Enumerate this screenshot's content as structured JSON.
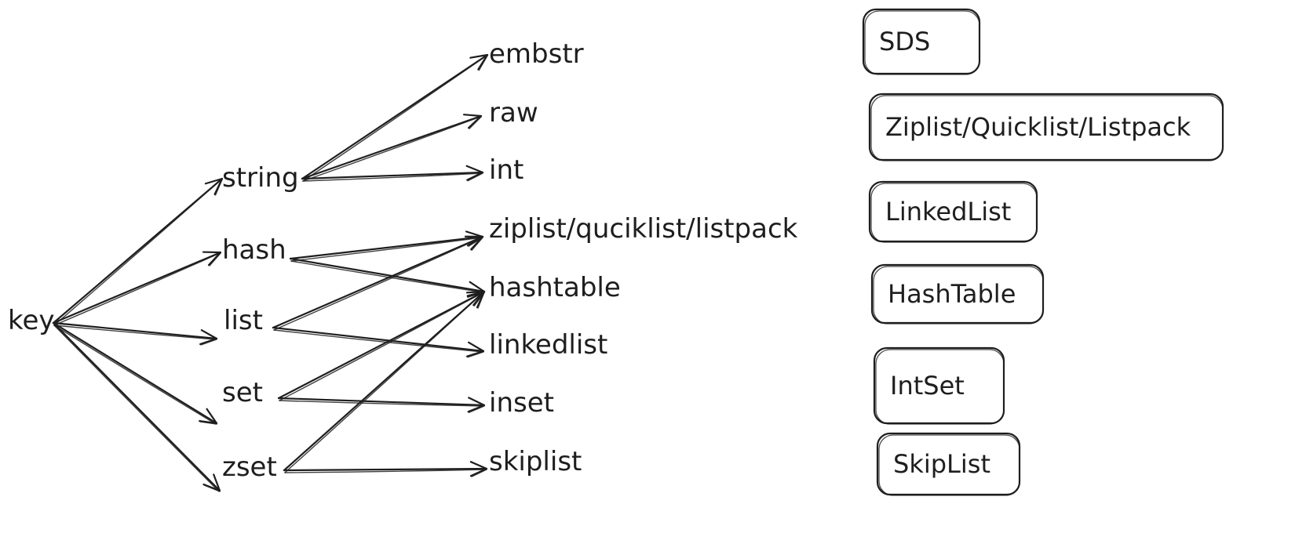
{
  "diagram": {
    "root": {
      "id": "key",
      "label": "key"
    },
    "types": [
      {
        "id": "string",
        "label": "string"
      },
      {
        "id": "hash",
        "label": "hash"
      },
      {
        "id": "list",
        "label": "list"
      },
      {
        "id": "set",
        "label": "set"
      },
      {
        "id": "zset",
        "label": "zset"
      }
    ],
    "encodings": [
      {
        "id": "embstr",
        "label": "embstr"
      },
      {
        "id": "raw",
        "label": "raw"
      },
      {
        "id": "int",
        "label": "int"
      },
      {
        "id": "ziplist",
        "label": "ziplist/quciklist/listpack"
      },
      {
        "id": "hashtable",
        "label": "hashtable"
      },
      {
        "id": "linkedlist",
        "label": "linkedlist"
      },
      {
        "id": "inset",
        "label": "inset"
      },
      {
        "id": "skiplist",
        "label": "skiplist"
      }
    ],
    "edges": [
      [
        "key",
        "string"
      ],
      [
        "key",
        "hash"
      ],
      [
        "key",
        "list"
      ],
      [
        "key",
        "set"
      ],
      [
        "key",
        "zset"
      ],
      [
        "string",
        "embstr"
      ],
      [
        "string",
        "raw"
      ],
      [
        "string",
        "int"
      ],
      [
        "hash",
        "ziplist"
      ],
      [
        "hash",
        "hashtable"
      ],
      [
        "list",
        "ziplist"
      ],
      [
        "list",
        "linkedlist"
      ],
      [
        "set",
        "hashtable"
      ],
      [
        "set",
        "inset"
      ],
      [
        "zset",
        "hashtable"
      ],
      [
        "zset",
        "skiplist"
      ]
    ],
    "structures": [
      {
        "id": "sds",
        "label": "SDS"
      },
      {
        "id": "ziplist-box",
        "label": "Ziplist/Quicklist/Listpack"
      },
      {
        "id": "linkedlist-box",
        "label": "LinkedList"
      },
      {
        "id": "hashtable-box",
        "label": "HashTable"
      },
      {
        "id": "intset-box",
        "label": "IntSet"
      },
      {
        "id": "skiplist-box",
        "label": "SkipList"
      }
    ]
  }
}
